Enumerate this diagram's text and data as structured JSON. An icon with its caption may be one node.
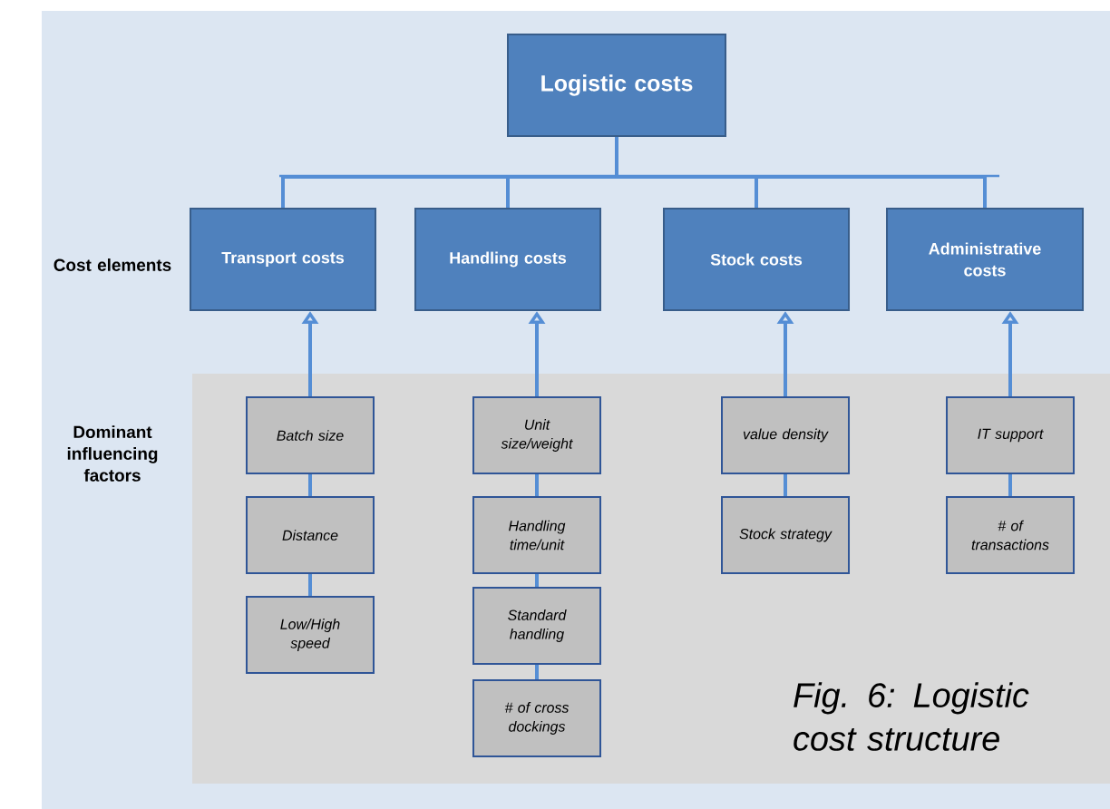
{
  "diagram": {
    "caption": "Fig. 6: Logistic cost structure",
    "nodes": [
      {
        "text": [
          "Logistic costs"
        ]
      },
      {
        "text": [
          "Transport costs"
        ]
      },
      {
        "text": [
          "Handling costs"
        ]
      },
      {
        "text": [
          "Stock costs"
        ]
      },
      {
        "text": [
          "Administrative costs"
        ]
      },
      {
        "text": [
          "Batch size"
        ]
      },
      {
        "text": [
          "Distance"
        ]
      },
      {
        "text": [
          "Low/High speed"
        ]
      },
      {
        "text": [
          "Unit size/weight"
        ]
      },
      {
        "text": [
          "Handling time/unit"
        ]
      },
      {
        "text": [
          "Standard handling"
        ]
      },
      {
        "text": [
          "# of cross dockings"
        ]
      },
      {
        "text": [
          "value density"
        ]
      },
      {
        "text": [
          "Stock strategy"
        ]
      },
      {
        "text": [
          "IT support"
        ]
      },
      {
        "text": [
          "# of transactions"
        ]
      }
    ],
    "edges": [
      {
        "from": 0,
        "to": 1,
        "arrow": "none"
      },
      {
        "from": 0,
        "to": 2,
        "arrow": "none"
      },
      {
        "from": 0,
        "to": 3,
        "arrow": "none"
      },
      {
        "from": 0,
        "to": 4,
        "arrow": "none"
      },
      {
        "from": 5,
        "to": 1,
        "arrow": "to"
      },
      {
        "from": 8,
        "to": 2,
        "arrow": "to"
      },
      {
        "from": 12,
        "to": 3,
        "arrow": "to"
      },
      {
        "from": 14,
        "to": 4,
        "arrow": "to"
      },
      {
        "from": 5,
        "to": 6,
        "arrow": "none"
      },
      {
        "from": 6,
        "to": 7,
        "arrow": "none"
      },
      {
        "from": 8,
        "to": 9,
        "arrow": "none"
      },
      {
        "from": 9,
        "to": 10,
        "arrow": "none"
      },
      {
        "from": 10,
        "to": 11,
        "arrow": "none"
      },
      {
        "from": 12,
        "to": 13,
        "arrow": "none"
      },
      {
        "from": 14,
        "to": 15,
        "arrow": "none"
      }
    ],
    "labels": [
      "Cost elements",
      "Dominant influencing factors"
    ]
  }
}
